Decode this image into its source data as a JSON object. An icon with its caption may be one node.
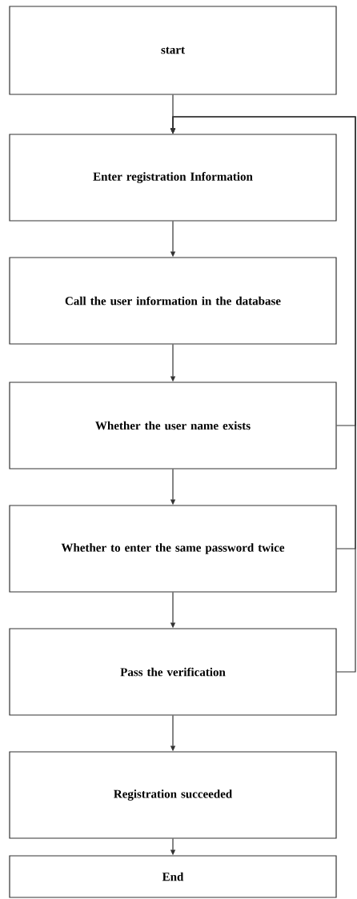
{
  "diagram": {
    "nodes": [
      {
        "text": [
          "start"
        ]
      },
      {
        "text": [
          "Enter registration Information"
        ]
      },
      {
        "text": [
          "Call the user information in the database"
        ]
      },
      {
        "text": [
          "Whether the user name exists"
        ]
      },
      {
        "text": [
          "Whether to enter the same password twice"
        ]
      },
      {
        "text": [
          "Pass the verification"
        ]
      },
      {
        "text": [
          "Registration succeeded"
        ]
      },
      {
        "text": [
          "End"
        ]
      }
    ],
    "edges": [
      {
        "from": 0,
        "to": 1,
        "arrow": "to"
      },
      {
        "from": 1,
        "to": 2,
        "arrow": "to"
      },
      {
        "from": 2,
        "to": 3,
        "arrow": "to"
      },
      {
        "from": 3,
        "to": 4,
        "arrow": "to"
      },
      {
        "from": 4,
        "to": 5,
        "arrow": "to"
      },
      {
        "from": 5,
        "to": 6,
        "arrow": "to"
      },
      {
        "from": 6,
        "to": 7,
        "arrow": "to"
      },
      {
        "from": 3,
        "to": 1,
        "arrow": "to"
      },
      {
        "from": 4,
        "to": 1,
        "arrow": "to"
      },
      {
        "from": 5,
        "to": 1,
        "arrow": "to"
      }
    ]
  }
}
